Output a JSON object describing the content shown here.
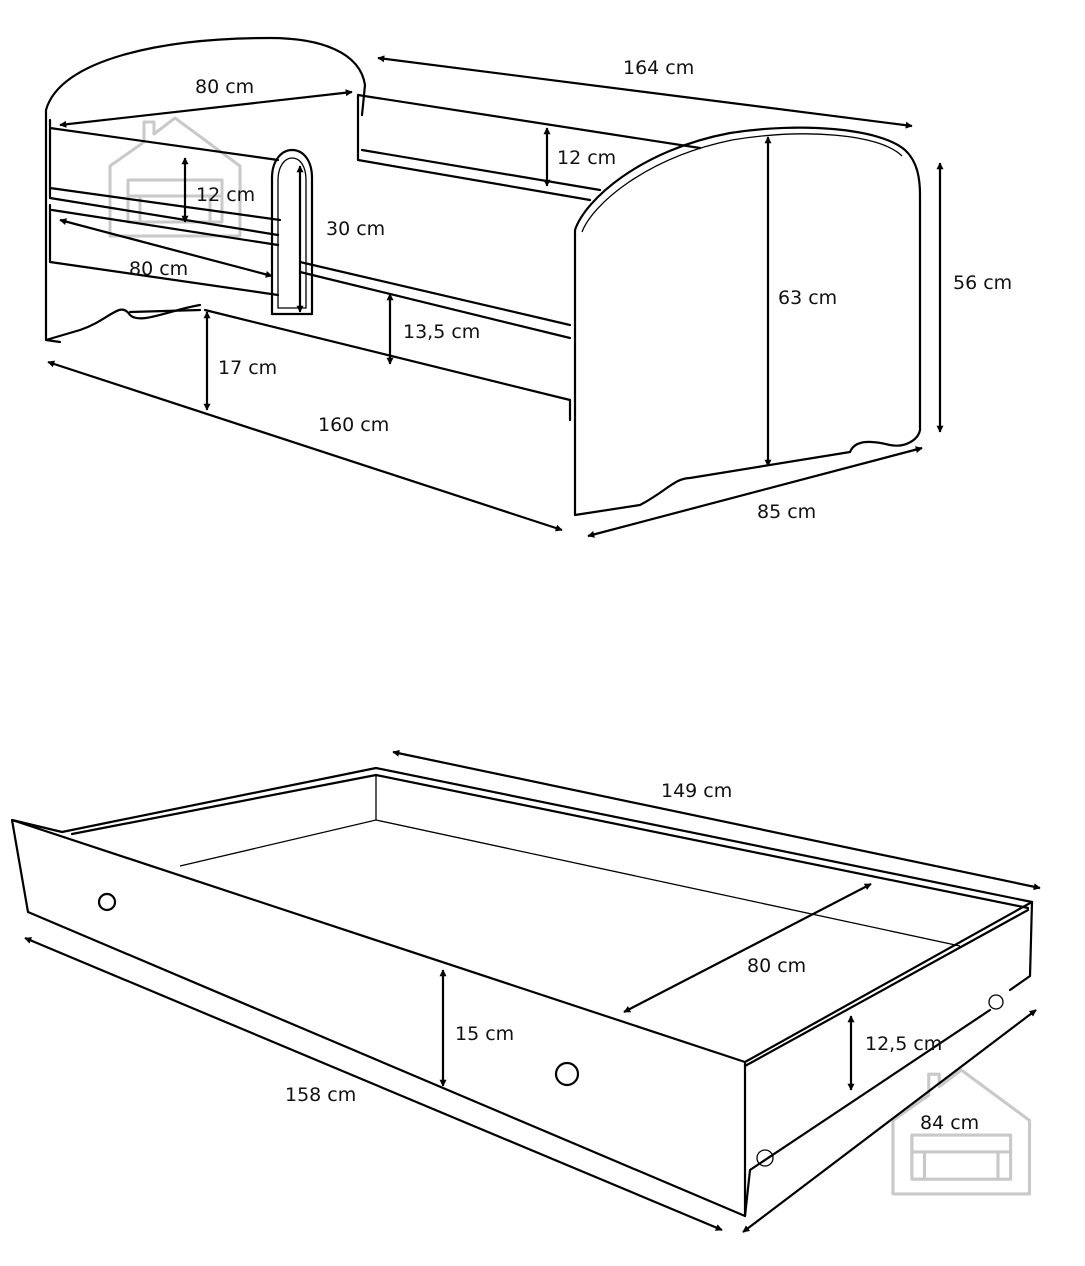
{
  "bed": {
    "dimensions": {
      "backrest_width": "80 cm",
      "total_length": "164 cm",
      "rail_gap": "12 cm",
      "guard_height": "12 cm",
      "guard_length": "80 cm",
      "guard_opening": "30 cm",
      "drawer_front": "13,5 cm",
      "floor_clearance": "17 cm",
      "mattress_length": "160 cm",
      "headboard_height": "63 cm",
      "side_height": "56 cm",
      "width": "85 cm"
    }
  },
  "drawer": {
    "dimensions": {
      "inner_length": "149 cm",
      "inner_width": "80 cm",
      "front_height": "15 cm",
      "side_height": "12,5 cm",
      "length": "158 cm",
      "depth": "84 cm"
    }
  },
  "watermark_icon": "house-sofa-icon"
}
